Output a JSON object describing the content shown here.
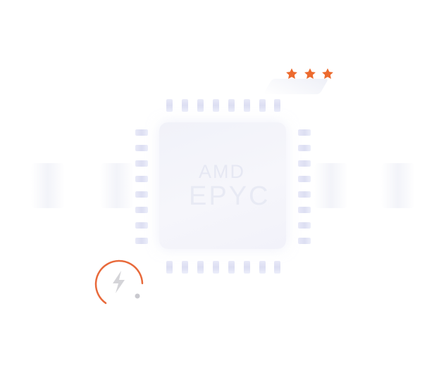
{
  "chip": {
    "brand": "AMD",
    "model": "EPYC"
  },
  "rating": {
    "stars": 3,
    "color": "#ec6a2e"
  },
  "gauge": {
    "icon": "lightning-bolt-icon",
    "arc_color": "#e8693a",
    "icon_color": "#d4d4d8",
    "dot_color": "#c9c9cf"
  },
  "colors": {
    "pin": "#dcdef2",
    "chip_body": "#f3f4fa",
    "chip_text": "#e6e8f3"
  }
}
